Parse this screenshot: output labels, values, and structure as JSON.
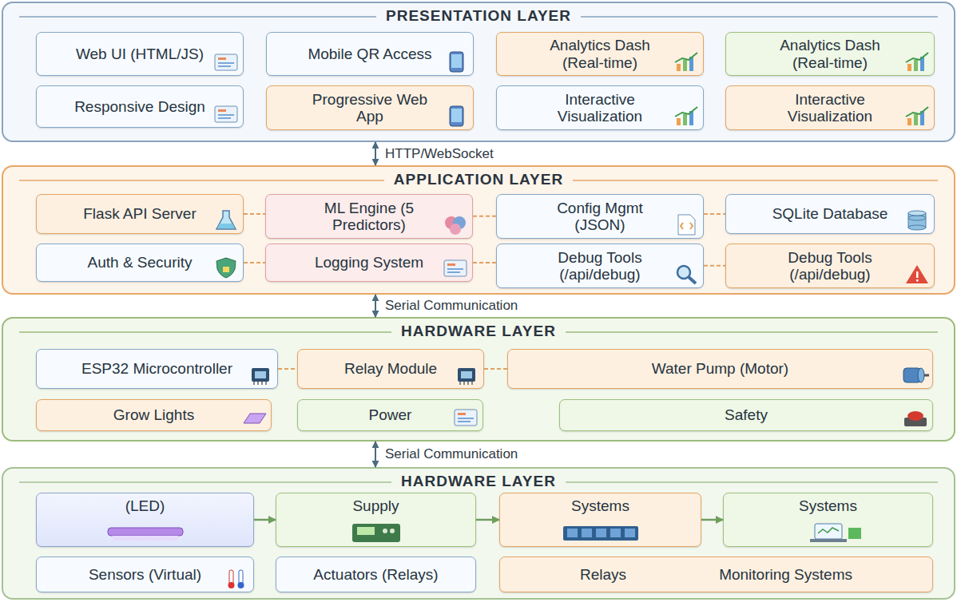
{
  "diagram": {
    "nodes": [
      {
        "text": [
          "PRESENTATION LAYER"
        ]
      },
      {
        "text": [
          "Web UI (HTML/JS)"
        ],
        "in": 0
      },
      {
        "text": [
          "Mobile QR Access"
        ],
        "in": 0
      },
      {
        "text": [
          "Analytics Dash (Real-time)"
        ],
        "in": 0
      },
      {
        "text": [
          "Analytics Dash (Real-time)"
        ],
        "in": 0
      },
      {
        "text": [
          "Responsive Design"
        ],
        "in": 0
      },
      {
        "text": [
          "Progressive Web App"
        ],
        "in": 0
      },
      {
        "text": [
          "Interactive Visualization"
        ],
        "in": 0
      },
      {
        "text": [
          "Interactive Visualization"
        ],
        "in": 0
      },
      {
        "text": [
          "APPLICATION LAYER"
        ]
      },
      {
        "text": [
          "Flask API Server"
        ],
        "in": 9
      },
      {
        "text": [
          "ML Engine (5 Predictors)"
        ],
        "in": 9
      },
      {
        "text": [
          "Config Mgmt (JSON)"
        ],
        "in": 9
      },
      {
        "text": [
          "SQLite Database"
        ],
        "in": 9
      },
      {
        "text": [
          "Auth & Security"
        ],
        "in": 9
      },
      {
        "text": [
          "Logging System"
        ],
        "in": 9
      },
      {
        "text": [
          "Debug Tools (/api/debug)"
        ],
        "in": 9
      },
      {
        "text": [
          "Debug Tools (/api/debug)"
        ],
        "in": 9
      },
      {
        "text": [
          "HARDWARE LAYER"
        ]
      },
      {
        "text": [
          "ESP32 Microcontroller"
        ],
        "in": 18
      },
      {
        "text": [
          "Relay Module"
        ],
        "in": 18
      },
      {
        "text": [
          "Water Pump (Motor)"
        ],
        "in": 18
      },
      {
        "text": [
          "Grow Lights"
        ],
        "in": 18
      },
      {
        "text": [
          "Power"
        ],
        "in": 18
      },
      {
        "text": [
          "Safety"
        ],
        "in": 18
      },
      {
        "text": [
          "HARDWARE LAYER"
        ]
      },
      {
        "text": [
          "(LED)"
        ],
        "in": 25
      },
      {
        "text": [
          "Supply"
        ],
        "in": 25
      },
      {
        "text": [
          "Systems"
        ],
        "in": 25
      },
      {
        "text": [
          "Systems"
        ],
        "in": 25
      },
      {
        "text": [
          "Sensors (Virtual)"
        ],
        "in": 25
      },
      {
        "text": [
          "Actuators (Relays)"
        ],
        "in": 25
      },
      {
        "text": [
          "Relays",
          "Monitoring Systems"
        ],
        "in": 25
      }
    ],
    "edges": [
      {
        "from": 0,
        "to": 9,
        "arrow": "both",
        "label": "HTTP/WebSocket"
      },
      {
        "from": 9,
        "to": 18,
        "arrow": "both",
        "label": "Serial Communication"
      },
      {
        "from": 18,
        "to": 25,
        "arrow": "both",
        "label": "Serial Communication"
      },
      {
        "from": 10,
        "to": 11,
        "arrow": "none"
      },
      {
        "from": 11,
        "to": 12,
        "arrow": "none"
      },
      {
        "from": 12,
        "to": 13,
        "arrow": "none"
      },
      {
        "from": 14,
        "to": 15,
        "arrow": "none"
      },
      {
        "from": 15,
        "to": 16,
        "arrow": "none"
      },
      {
        "from": 16,
        "to": 17,
        "arrow": "none"
      },
      {
        "from": 19,
        "to": 20,
        "arrow": "none"
      },
      {
        "from": 20,
        "to": 21,
        "arrow": "none"
      },
      {
        "from": 26,
        "to": 27,
        "arrow": "to"
      },
      {
        "from": 27,
        "to": 28,
        "arrow": "to"
      },
      {
        "from": 28,
        "to": 29,
        "arrow": "to"
      }
    ]
  }
}
